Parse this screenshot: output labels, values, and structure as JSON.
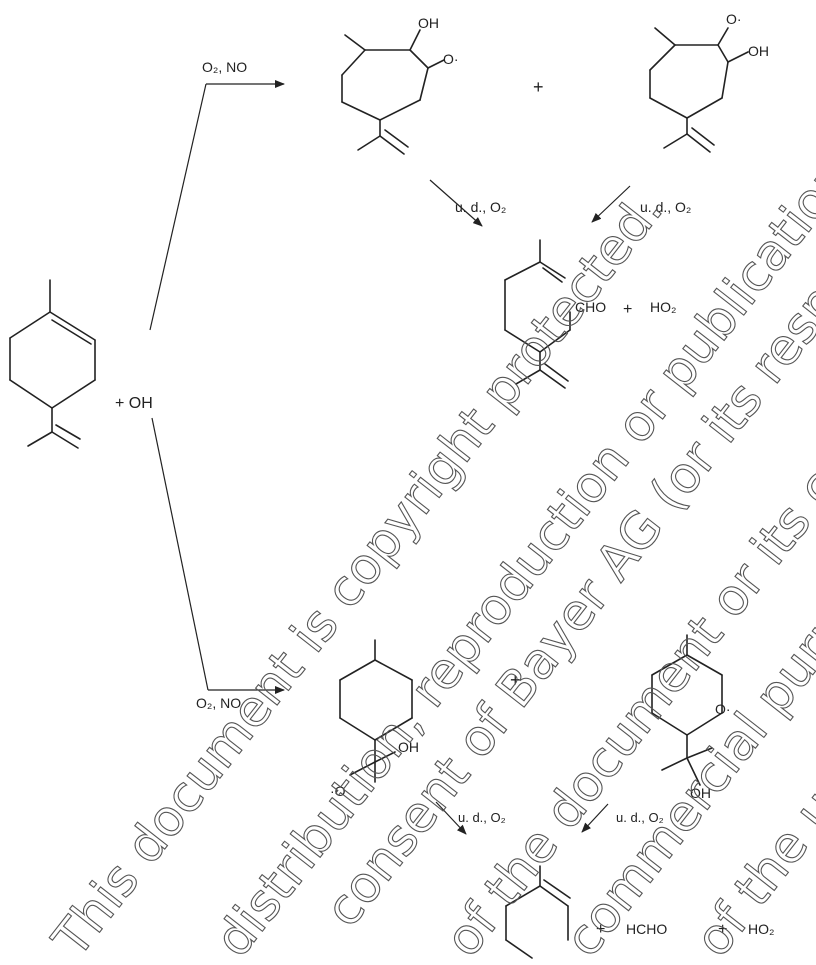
{
  "reagents": {
    "top_arrow": "O₂, NO",
    "bottom_arrow": "O₂, NO",
    "plus_oh": "+  OH"
  },
  "top_branch": {
    "plus": "+",
    "rad1_oh": "OH",
    "rad1_o": "O·",
    "rad2_o": "O·",
    "rad2_oh": "OH",
    "ud_left": "u. d., O₂",
    "ud_right": "u. d., O₂",
    "product_cho": "CHO",
    "product_plus": "+",
    "product_ho2": "HO₂"
  },
  "bottom_branch": {
    "plus": "+",
    "rad1_oh": "OH",
    "rad1_o": "·O",
    "rad2_o": "O·",
    "rad2_oh": "OH",
    "ud_left": "u. d., O₂",
    "ud_right": "u. d., O₂",
    "product_plus1": "+",
    "product_hcho": "HCHO",
    "product_plus2": "+",
    "product_ho2": "HO₂"
  },
  "watermark": {
    "line1": "This document is copyright protected.",
    "line2": "distribution, reproduction or publication requires",
    "line3": "consent of Bayer AG (or its respective",
    "line4": "of the document or its content for",
    "line5": "commercial purpose is prohibited",
    "line6": "of the underlying"
  }
}
